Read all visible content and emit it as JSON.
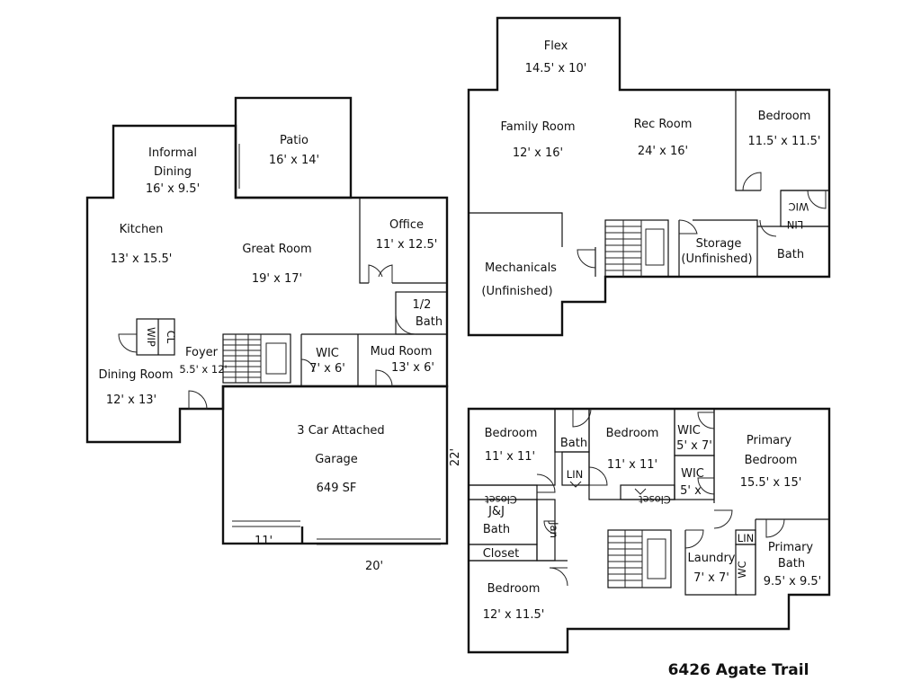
{
  "address": "6426 Agate Trail",
  "main_floor": {
    "patio": {
      "name": "Patio",
      "dim": "16' x 14'"
    },
    "informal_dining": {
      "name_line1": "Informal",
      "name_line2": "Dining",
      "dim": "16' x 9.5'"
    },
    "kitchen": {
      "name": "Kitchen",
      "dim": "13' x 15.5'"
    },
    "great_room": {
      "name": "Great Room",
      "dim": "19' x 17'"
    },
    "office": {
      "name": "Office",
      "dim": "11' x 12.5'"
    },
    "half_bath": {
      "line1": "1/2",
      "line2": "Bath"
    },
    "wip": "WIP",
    "cl": "CL",
    "foyer": {
      "name": "Foyer",
      "dim": "5.5' x 12'"
    },
    "dining_room": {
      "name": "Dining Room",
      "dim": "12' x 13'"
    },
    "wic": {
      "name": "WIC",
      "dim": "7' x 6'"
    },
    "mud_room": {
      "name": "Mud Room",
      "dim": "13' x 6'"
    },
    "garage": {
      "line1": "3 Car Attached",
      "line2": "Garage",
      "line3": "649 SF"
    },
    "garage_dims": {
      "depth": "22'",
      "door1": "11'",
      "door2": "20'"
    }
  },
  "lower_level": {
    "flex": {
      "name": "Flex",
      "dim": "14.5' x 10'"
    },
    "family_room": {
      "name": "Family Room",
      "dim": "12' x 16'"
    },
    "rec_room": {
      "name": "Rec Room",
      "dim": "24' x 16'"
    },
    "bedroom": {
      "name": "Bedroom",
      "dim": "11.5' x 11.5'"
    },
    "wic": "WIC",
    "lin": "LIN",
    "mechanicals": {
      "line1": "Mechanicals",
      "line2": "(Unfinished)"
    },
    "storage": {
      "line1": "Storage",
      "line2": "(Unfinished)"
    },
    "bath": "Bath"
  },
  "upper_floor": {
    "bedroom1": {
      "name": "Bedroom",
      "dim": "11' x 11'"
    },
    "bath": "Bath",
    "lin": "LIN",
    "bedroom2": {
      "name": "Bedroom",
      "dim": "11' x 11'"
    },
    "wic1": {
      "name": "WIC",
      "dim": "5' x 7'"
    },
    "wic2": {
      "name": "WIC",
      "dim": "5' x"
    },
    "primary_bedroom": {
      "line1": "Primary",
      "line2": "Bedroom",
      "dim": "15.5' x 15'"
    },
    "closet1": "Closet",
    "closet2": "Closet",
    "closet3": "Closet",
    "jj_bath": {
      "line1": "J&J",
      "line2": "Bath"
    },
    "jan": "Jan",
    "bedroom3": {
      "name": "Bedroom",
      "dim": "12' x 11.5'"
    },
    "laundry": {
      "name": "Laundry",
      "dim": "7' x 7'"
    },
    "lin2": "LIN",
    "wc": "WC",
    "primary_bath": {
      "line1": "Primary",
      "line2": "Bath",
      "dim": "9.5' x 9.5'"
    }
  }
}
